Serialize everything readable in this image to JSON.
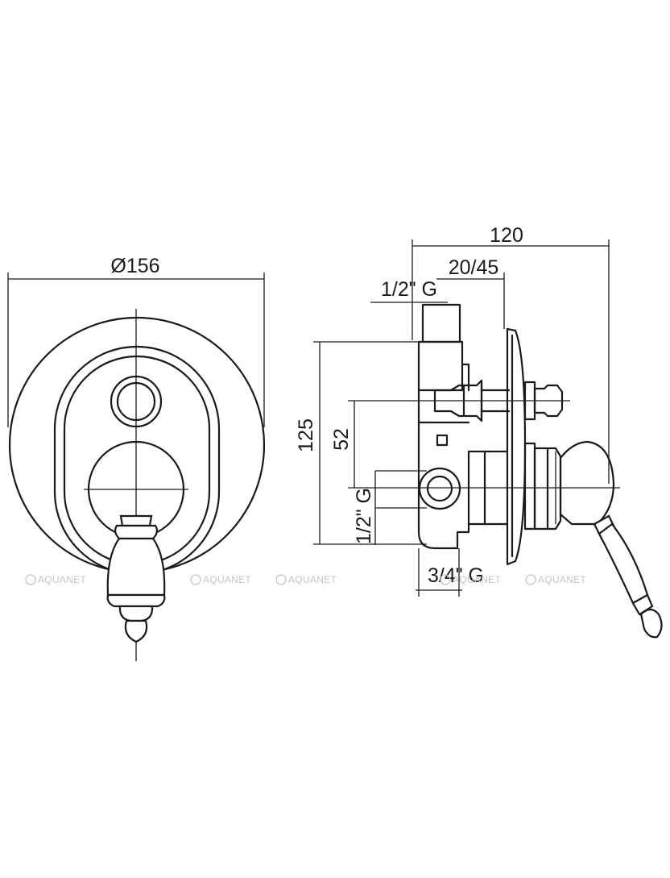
{
  "front_view": {
    "diameter_label": "Ø156"
  },
  "side_view": {
    "overall_depth_label": "120",
    "body_depth_label": "20/45",
    "top_outlet_label": "1/2\" G",
    "height_label": "125",
    "offset_label": "52",
    "side_inlet_label": "1/2\" G",
    "bottom_inlet_label": "3/4\" G"
  },
  "watermark": {
    "text": "AQUANET"
  }
}
